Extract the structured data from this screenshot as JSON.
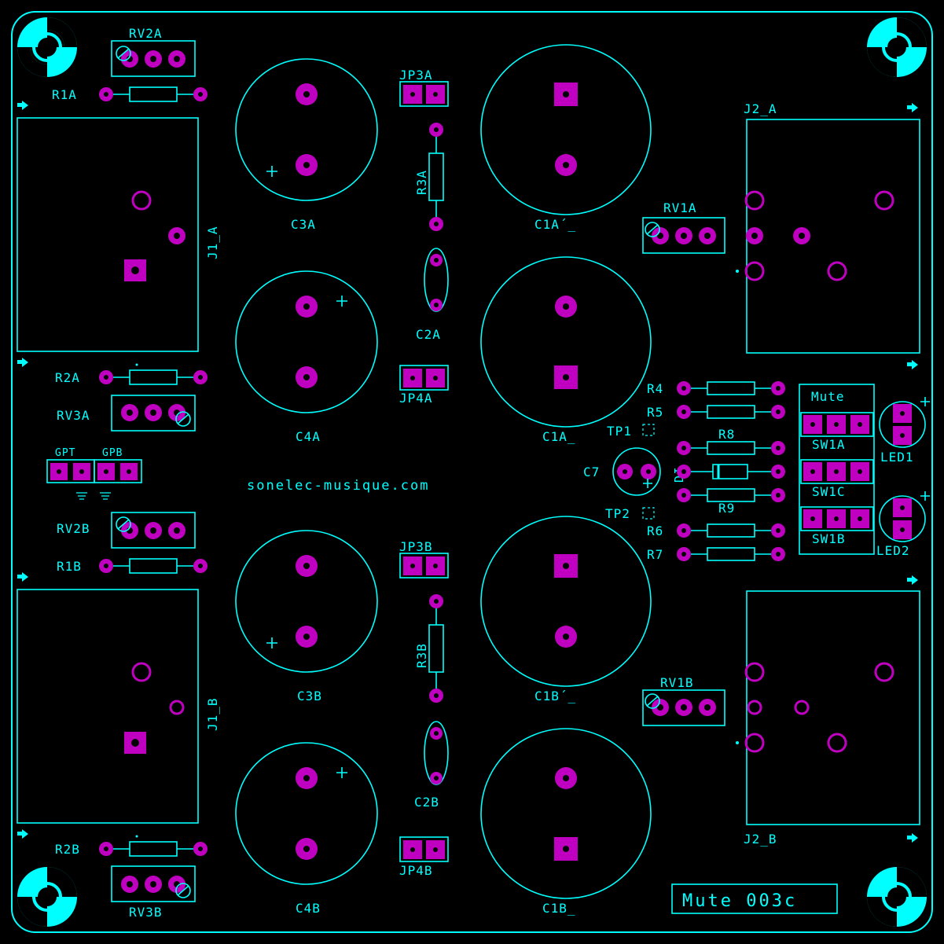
{
  "board": {
    "title": "Mute 003c",
    "website": "sonelec-musique.com"
  },
  "labels": {
    "rv2a": "RV2A",
    "r1a": "R1A",
    "j1_a": "J1_A",
    "r2a": "R2A",
    "rv3a": "RV3A",
    "gpt": "GPT",
    "gpb": "GPB",
    "rv2b": "RV2B",
    "r1b": "R1B",
    "j1_b": "J1_B",
    "r2b": "R2B",
    "rv3b": "RV3B",
    "c3a": "C3A",
    "c4a": "C4A",
    "c3b": "C3B",
    "c4b": "C4B",
    "jp3a": "JP3A",
    "r3a": "R3A",
    "c2a": "C2A",
    "jp4a": "JP4A",
    "jp3b": "JP3B",
    "r3b": "R3B",
    "c2b": "C2B",
    "jp4b": "JP4B",
    "c1a_prime": "C1A´_",
    "c1a": "C1A_",
    "c1b_prime": "C1B´_",
    "c1b": "C1B_",
    "rv1a": "RV1A",
    "rv1b": "RV1B",
    "j2_a": "J2_A",
    "j2_b": "J2_B",
    "r4": "R4",
    "r5": "R5",
    "r6": "R6",
    "r7": "R7",
    "r8": "R8",
    "r9": "R9",
    "tp1": "TP1",
    "tp2": "TP2",
    "c7": "C7",
    "d1": "D1",
    "mute": "Mute",
    "sw1a": "SW1A",
    "sw1c": "SW1C",
    "sw1b": "SW1B",
    "led1": "LED1",
    "led2": "LED2"
  },
  "colors": {
    "silkscreen": "#00ffff",
    "copper_pad": "#c000c0",
    "background": "#000000"
  }
}
